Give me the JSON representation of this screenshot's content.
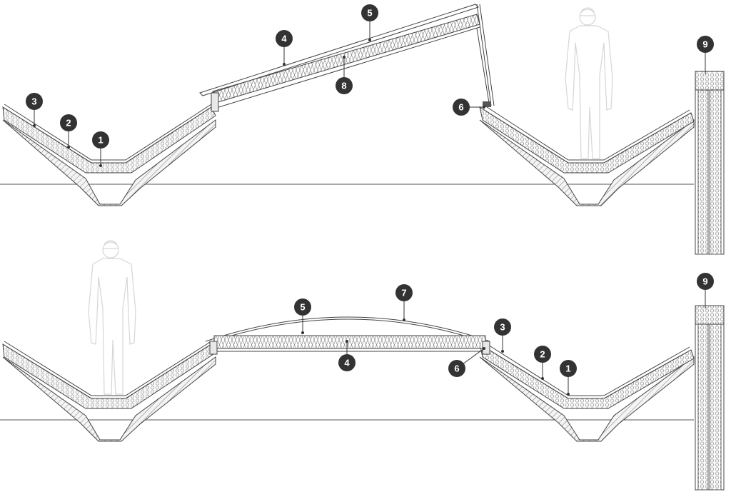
{
  "callouts": {
    "top": {
      "c1": "1",
      "c2": "2",
      "c3": "3",
      "c4": "4",
      "c5": "5",
      "c6": "6",
      "c8": "8",
      "c9": "9"
    },
    "bottom": {
      "c1": "1",
      "c2": "2",
      "c3": "3",
      "c4": "4",
      "c5": "5",
      "c6": "6",
      "c7": "7",
      "c9": "9"
    }
  }
}
